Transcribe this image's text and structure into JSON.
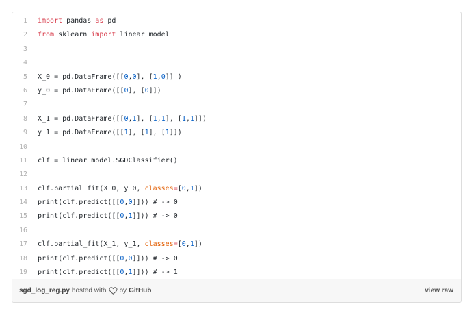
{
  "code": {
    "lines": [
      {
        "n": "1",
        "tokens": [
          {
            "t": "import",
            "k": "kw"
          },
          {
            "t": " pandas "
          },
          {
            "t": "as",
            "k": "kw"
          },
          {
            "t": " pd"
          }
        ]
      },
      {
        "n": "2",
        "tokens": [
          {
            "t": "from",
            "k": "kw"
          },
          {
            "t": " sklearn "
          },
          {
            "t": "import",
            "k": "kw"
          },
          {
            "t": " linear_model"
          }
        ]
      },
      {
        "n": "3",
        "tokens": []
      },
      {
        "n": "4",
        "tokens": []
      },
      {
        "n": "5",
        "tokens": [
          {
            "t": "X_0 = pd.DataFrame([["
          },
          {
            "t": "0",
            "k": "num"
          },
          {
            "t": ","
          },
          {
            "t": "0",
            "k": "num"
          },
          {
            "t": "], ["
          },
          {
            "t": "1",
            "k": "num"
          },
          {
            "t": ","
          },
          {
            "t": "0",
            "k": "num"
          },
          {
            "t": "]] )"
          }
        ]
      },
      {
        "n": "6",
        "tokens": [
          {
            "t": "y_0 = pd.DataFrame([["
          },
          {
            "t": "0",
            "k": "num"
          },
          {
            "t": "], ["
          },
          {
            "t": "0",
            "k": "num"
          },
          {
            "t": "]])"
          }
        ]
      },
      {
        "n": "7",
        "tokens": []
      },
      {
        "n": "8",
        "tokens": [
          {
            "t": "X_1 = pd.DataFrame([["
          },
          {
            "t": "0",
            "k": "num"
          },
          {
            "t": ","
          },
          {
            "t": "1",
            "k": "num"
          },
          {
            "t": "], ["
          },
          {
            "t": "1",
            "k": "num"
          },
          {
            "t": ","
          },
          {
            "t": "1",
            "k": "num"
          },
          {
            "t": "], ["
          },
          {
            "t": "1",
            "k": "num"
          },
          {
            "t": ","
          },
          {
            "t": "1",
            "k": "num"
          },
          {
            "t": "]])"
          }
        ]
      },
      {
        "n": "9",
        "tokens": [
          {
            "t": "y_1 = pd.DataFrame([["
          },
          {
            "t": "1",
            "k": "num"
          },
          {
            "t": "], ["
          },
          {
            "t": "1",
            "k": "num"
          },
          {
            "t": "], ["
          },
          {
            "t": "1",
            "k": "num"
          },
          {
            "t": "]])"
          }
        ]
      },
      {
        "n": "10",
        "tokens": []
      },
      {
        "n": "11",
        "tokens": [
          {
            "t": "clf = linear_model.SGDClassifier()"
          }
        ]
      },
      {
        "n": "12",
        "tokens": []
      },
      {
        "n": "13",
        "tokens": [
          {
            "t": "clf.partial_fit(X_0, y_0, "
          },
          {
            "t": "classes",
            "k": "arg"
          },
          {
            "t": "=",
            "k": "kw"
          },
          {
            "t": "["
          },
          {
            "t": "0",
            "k": "num"
          },
          {
            "t": ","
          },
          {
            "t": "1",
            "k": "num"
          },
          {
            "t": "])"
          }
        ]
      },
      {
        "n": "14",
        "tokens": [
          {
            "t": "print(clf.predict([["
          },
          {
            "t": "0",
            "k": "num"
          },
          {
            "t": ","
          },
          {
            "t": "0",
            "k": "num"
          },
          {
            "t": "]])) # -> 0"
          }
        ]
      },
      {
        "n": "15",
        "tokens": [
          {
            "t": "print(clf.predict([["
          },
          {
            "t": "0",
            "k": "num"
          },
          {
            "t": ","
          },
          {
            "t": "1",
            "k": "num"
          },
          {
            "t": "]])) # -> 0"
          }
        ]
      },
      {
        "n": "16",
        "tokens": []
      },
      {
        "n": "17",
        "tokens": [
          {
            "t": "clf.partial_fit(X_1, y_1, "
          },
          {
            "t": "classes",
            "k": "arg"
          },
          {
            "t": "=",
            "k": "kw"
          },
          {
            "t": "["
          },
          {
            "t": "0",
            "k": "num"
          },
          {
            "t": ","
          },
          {
            "t": "1",
            "k": "num"
          },
          {
            "t": "])"
          }
        ]
      },
      {
        "n": "18",
        "tokens": [
          {
            "t": "print(clf.predict([["
          },
          {
            "t": "0",
            "k": "num"
          },
          {
            "t": ","
          },
          {
            "t": "0",
            "k": "num"
          },
          {
            "t": "]])) # -> 0"
          }
        ]
      },
      {
        "n": "19",
        "tokens": [
          {
            "t": "print(clf.predict([["
          },
          {
            "t": "0",
            "k": "num"
          },
          {
            "t": ","
          },
          {
            "t": "1",
            "k": "num"
          },
          {
            "t": "]])) # -> 1"
          }
        ]
      }
    ]
  },
  "footer": {
    "filename": "sgd_log_reg.py",
    "hosted_text": "hosted with",
    "by_text": "by",
    "brand": "GitHub",
    "view_raw": "view raw",
    "heart_icon": "heart-outline-icon"
  },
  "colors": {
    "keyword": "#d73a49",
    "argument": "#e36209",
    "number": "#005cc5",
    "text": "#24292e",
    "line_number": "#b0b0b0",
    "footer_bg": "#f7f7f7",
    "border": "#dddddd"
  }
}
